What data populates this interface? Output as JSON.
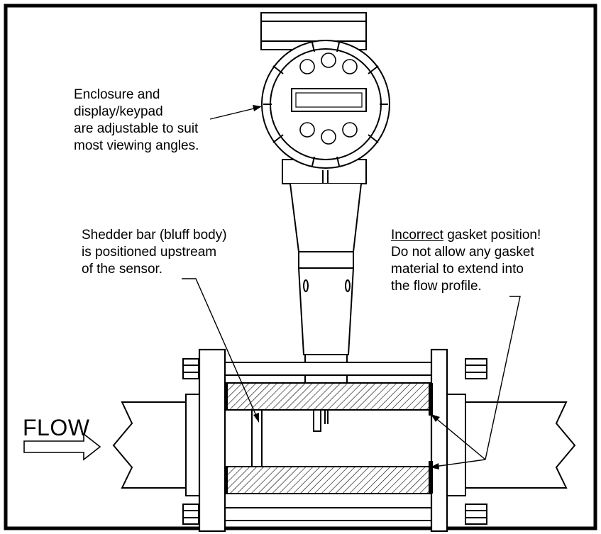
{
  "enclosure_note": {
    "lines": [
      "Enclosure and",
      "display/keypad",
      "are adjustable to suit",
      "most viewing angles."
    ]
  },
  "shedder_note": {
    "lines": [
      "Shedder bar (bluff body)",
      "is positioned upstream",
      "of the sensor."
    ]
  },
  "gasket_note": {
    "first_word": "Incorrect",
    "first_rest": " gasket position!",
    "lines": [
      "Do not allow any gasket",
      "material to extend into",
      "the flow profile."
    ]
  },
  "flow_label": "FLOW",
  "colors": {
    "ink": "#000000",
    "paper": "#ffffff"
  }
}
